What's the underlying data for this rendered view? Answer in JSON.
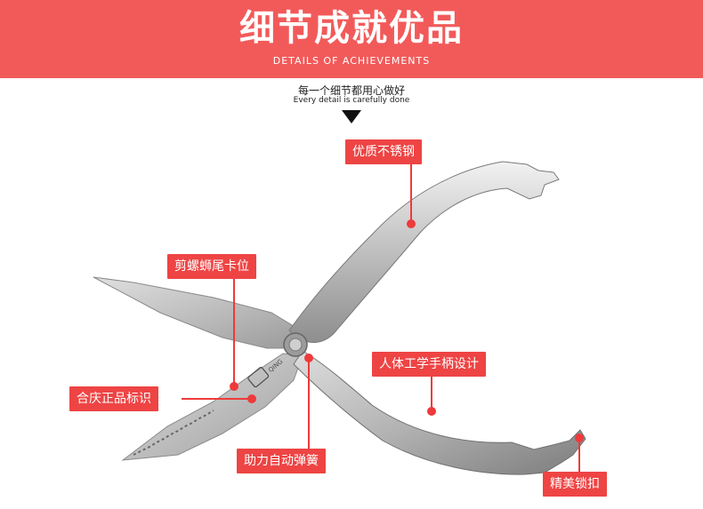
{
  "banner": {
    "title": "细节成就优品",
    "subtitle": "DETAILS OF ACHIEVEMENTS"
  },
  "tagline": {
    "cn": "每一个细节都用心做好",
    "en": "Every detail is carefully done"
  },
  "logo_text": "QING",
  "callouts": {
    "material": "优质不锈钢",
    "tail_lock": "剪螺蛳尾卡位",
    "brand_mark": "合庆正品标识",
    "handle": "人体工学手柄设计",
    "spring": "助力自动弹簧",
    "lock": "精美锁扣"
  },
  "colors": {
    "banner": "#f25a5a",
    "label": "#ee4444"
  }
}
